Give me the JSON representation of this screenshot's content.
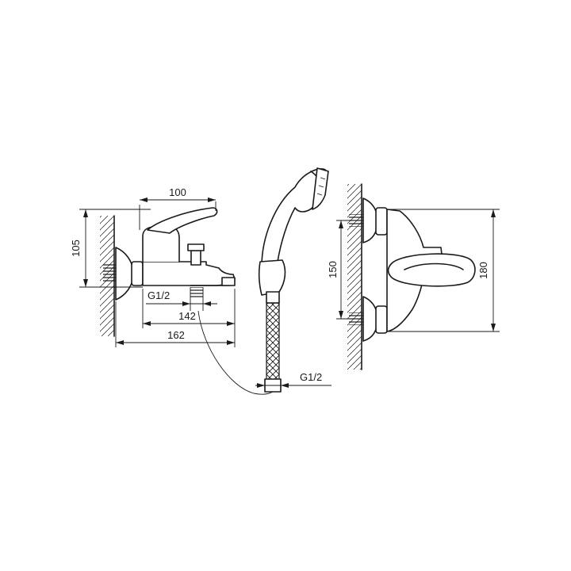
{
  "dimensions": {
    "width_100": "100",
    "height_105": "105",
    "thread_left": "G1/2",
    "spout_142": "142",
    "overall_162": "162",
    "thread_hose": "G1/2",
    "spacing_150": "150",
    "height_180": "180"
  }
}
